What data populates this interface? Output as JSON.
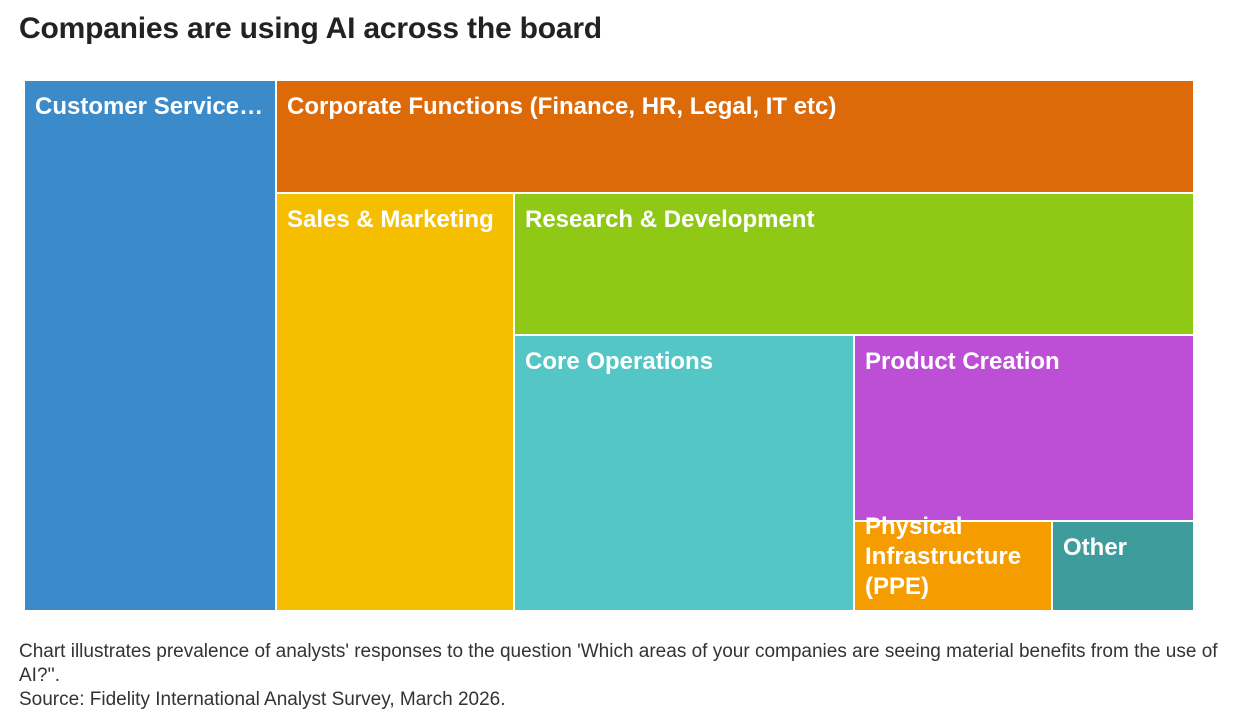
{
  "title": "Companies are using AI across the board",
  "footnote": {
    "line1": "Chart illustrates prevalence of analysts' responses to the question 'Which areas of your companies are seeing material benefits from the use of AI?''.",
    "line2": "Source: Fidelity International Analyst Survey, March 2026."
  },
  "chart_data": {
    "type": "treemap",
    "title": "Companies are using AI across the board",
    "categories": [
      {
        "name": "Customer Service…",
        "value": 20.1,
        "color": "#3b8ac9"
      },
      {
        "name": "Corporate Functions (Finance, HR, Legal, IT etc)",
        "value": 16.7,
        "color": "#dc6a09"
      },
      {
        "name": "Sales & Marketing",
        "value": 13.2,
        "color": "#f5bf00"
      },
      {
        "name": "Research & Development",
        "value": 14.7,
        "color": "#8fc916"
      },
      {
        "name": "Core Operations",
        "value": 13.8,
        "color": "#55c6c6"
      },
      {
        "name": "Product Creation",
        "value": 9.6,
        "color": "#bd4fd6"
      },
      {
        "name": "Physical Infrastructure (PPE)",
        "value": 2.8,
        "color": "#f59c00"
      },
      {
        "name": "Other",
        "value": 2.3,
        "color": "#3f9c9c"
      }
    ]
  }
}
